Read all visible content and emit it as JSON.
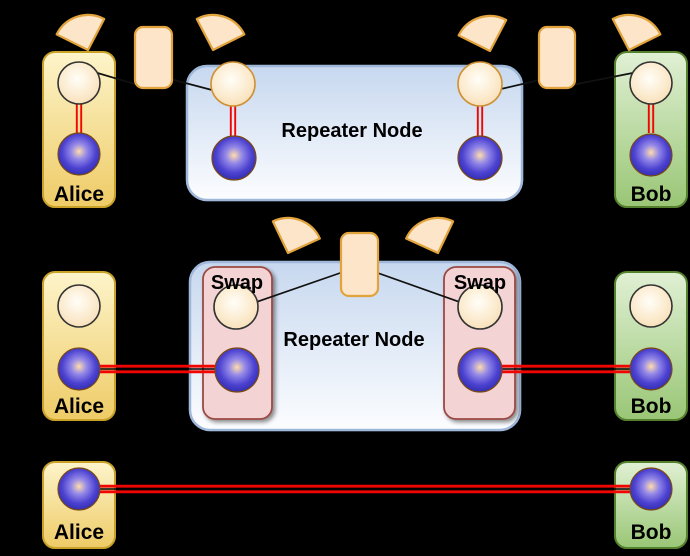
{
  "diagram": {
    "top": {
      "alice_label": "Alice",
      "repeater_label": "Repeater Node",
      "bob_label": "Bob"
    },
    "middle": {
      "alice_label": "Alice",
      "repeater_label": "Repeater Node",
      "swap_left_label": "Swap",
      "swap_right_label": "Swap",
      "bob_label": "Bob"
    },
    "bottom": {
      "alice_label": "Alice",
      "bob_label": "Bob"
    }
  },
  "colors": {
    "background": "#000000",
    "alice_fill_top": "#FDF4CA",
    "alice_fill_bottom": "#EECB66",
    "alice_border": "#C9A22B",
    "bob_fill_top": "#E0F0D4",
    "bob_fill_bottom": "#99C675",
    "bob_border": "#55812F",
    "repeater_fill_top": "#C7D8EF",
    "repeater_fill_bottom": "#FCFDFF",
    "repeater_border": "#9FB8DA",
    "swap_fill": "#F3D3D3",
    "swap_border": "#9A4A45",
    "device_fill": "#FCE5C8",
    "device_border": "#E2A33C",
    "qubit_fill_center": "#FFFEF8",
    "qubit_fill_edge": "#F7DEB6",
    "qubit_border_dark": "#333333",
    "qubit_border_orange": "#CE9135",
    "sphere_core": "#FFDCAC",
    "sphere_edge": "#2A26A8",
    "sphere_border": "#7A4A10",
    "link_red": "#F00500",
    "fiber_black": "#111111",
    "label_color": "#000000"
  }
}
